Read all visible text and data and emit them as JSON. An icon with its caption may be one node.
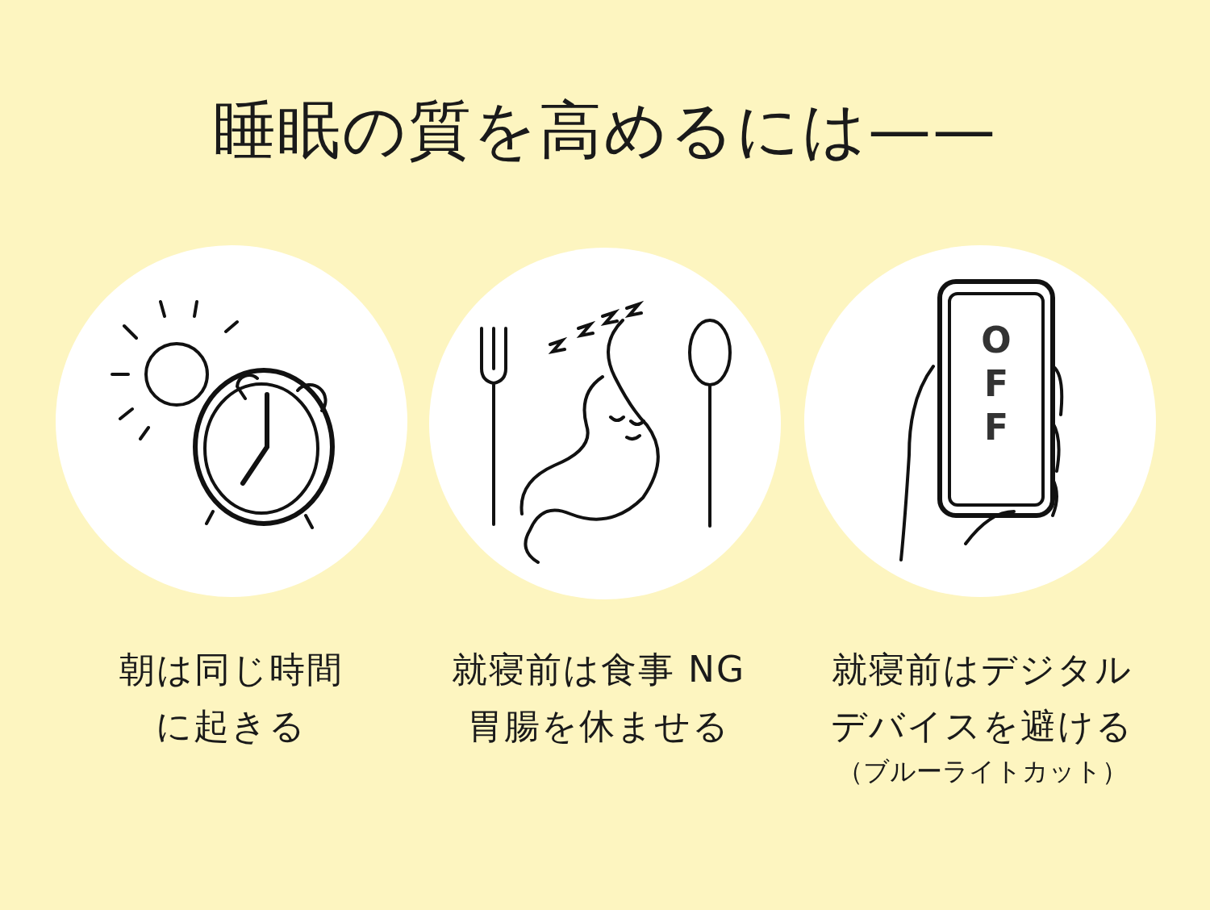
{
  "diagram": {
    "title": "睡眠の質を高めるには——",
    "nodes": [
      {
        "text": [],
        "shape": "picture",
        "beside": [
          "朝は同じ時間に起きる"
        ]
      },
      {
        "text": [],
        "shape": "picture",
        "beside": [
          "就寝前は食事 NG",
          "胃腸を休ませる"
        ]
      },
      {
        "text": [],
        "shape": "picture",
        "beside": [
          "就寝前はデジタルデバイスを避ける",
          "（ブルーライトカット）"
        ]
      }
    ],
    "labels": [
      "OFF"
    ]
  }
}
